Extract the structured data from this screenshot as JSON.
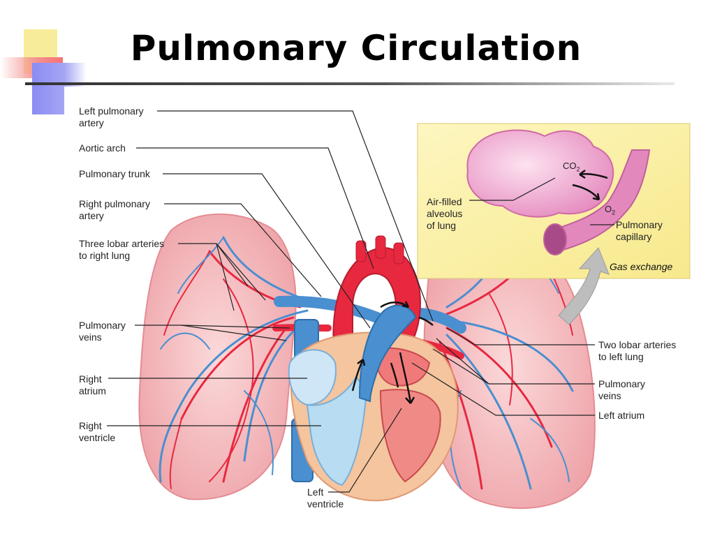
{
  "title": "Pulmonary Circulation",
  "labels": {
    "left_pulmonary_artery": "Left pulmonary\nartery",
    "aortic_arch": "Aortic arch",
    "pulmonary_trunk": "Pulmonary trunk",
    "right_pulmonary_artery": "Right pulmonary\nartery",
    "three_lobar_arteries": "Three lobar arteries\nto right lung",
    "pulmonary_veins_right": "Pulmonary\nveins",
    "right_atrium": "Right\natrium",
    "right_ventricle": "Right\nventricle",
    "left_ventricle": "Left\nventricle",
    "two_lobar_arteries": "Two lobar arteries\nto left lung",
    "pulmonary_veins_left": "Pulmonary\nveins",
    "left_atrium": "Left atrium",
    "air_filled_alveolus": "Air-filled\nalveolus\nof lung",
    "pulmonary_capillary": "Pulmonary\ncapillary",
    "co2": "CO",
    "co2_sub": "2",
    "o2": "O",
    "o2_sub": "2",
    "gas_exchange": "Gas exchange"
  },
  "colors": {
    "artery_red": "#e8283f",
    "vein_blue": "#4a8fd0",
    "lung_pink": "#f4b5b8",
    "inset_bg": "#fbf1a8",
    "slide_accent_yellow": "#f5e98a",
    "slide_accent_red": "#f47d7d",
    "slide_accent_blue": "#8c8cf0"
  }
}
